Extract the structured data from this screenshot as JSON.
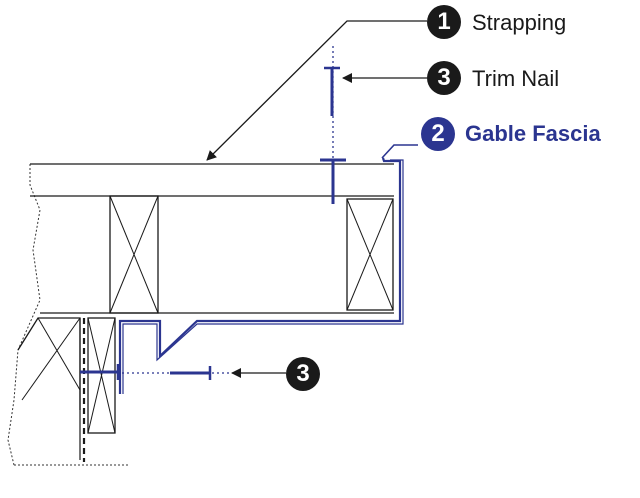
{
  "colors": {
    "ink": "#1a1a1a",
    "accent": "#2b3590",
    "bg": "#ffffff"
  },
  "callouts": [
    {
      "number": "1",
      "label": "Strapping",
      "color": "#1a1a1a"
    },
    {
      "number": "3",
      "label": "Trim Nail",
      "color": "#1a1a1a"
    },
    {
      "number": "2",
      "label": "Gable Fascia",
      "color": "#2b3590"
    },
    {
      "number": "3",
      "label": "",
      "color": "#1a1a1a"
    }
  ]
}
